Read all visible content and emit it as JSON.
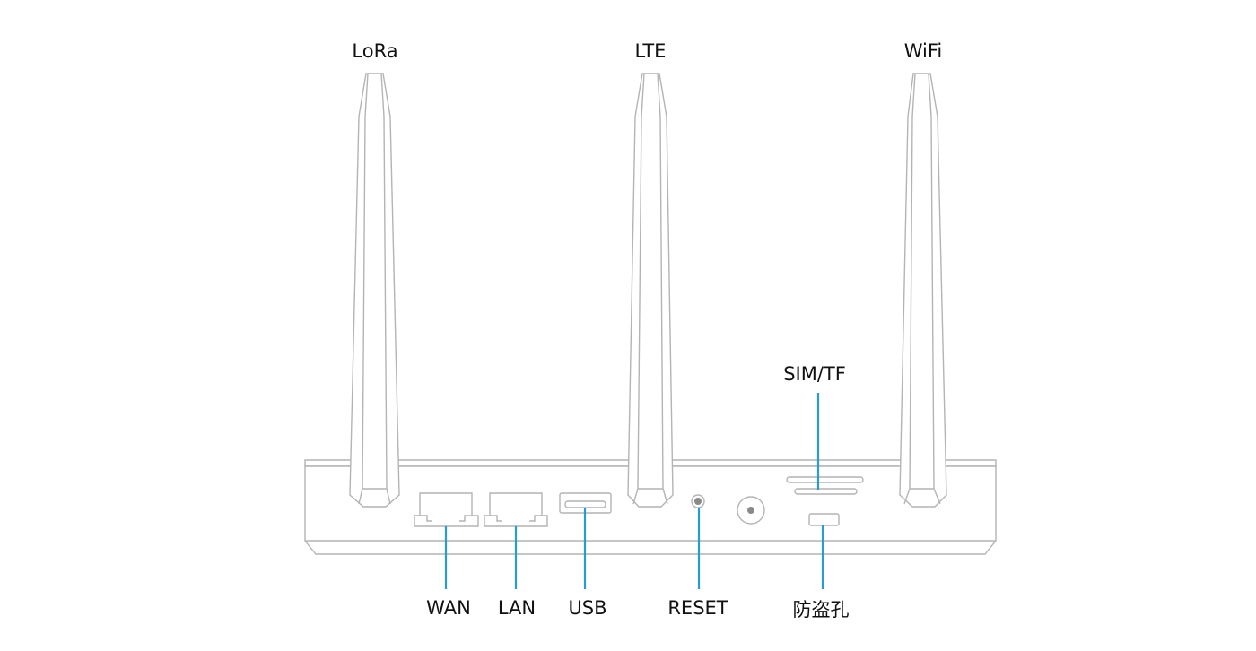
{
  "diagram": {
    "subject": "router-rear-panel",
    "colors": {
      "outline": "#b4b4b4",
      "leader": "#2a9bd0",
      "text": "#111111",
      "background": "#ffffff"
    },
    "antennas": [
      {
        "id": "lora",
        "label": "LoRa"
      },
      {
        "id": "lte",
        "label": "LTE"
      },
      {
        "id": "wifi",
        "label": "WiFi"
      }
    ],
    "ports": [
      {
        "id": "wan",
        "label": "WAN"
      },
      {
        "id": "lan",
        "label": "LAN"
      },
      {
        "id": "usb",
        "label": "USB"
      },
      {
        "id": "reset",
        "label": "RESET"
      },
      {
        "id": "sim-tf",
        "label": "SIM/TF"
      },
      {
        "id": "anti-theft",
        "label": "防盗孔"
      }
    ]
  }
}
